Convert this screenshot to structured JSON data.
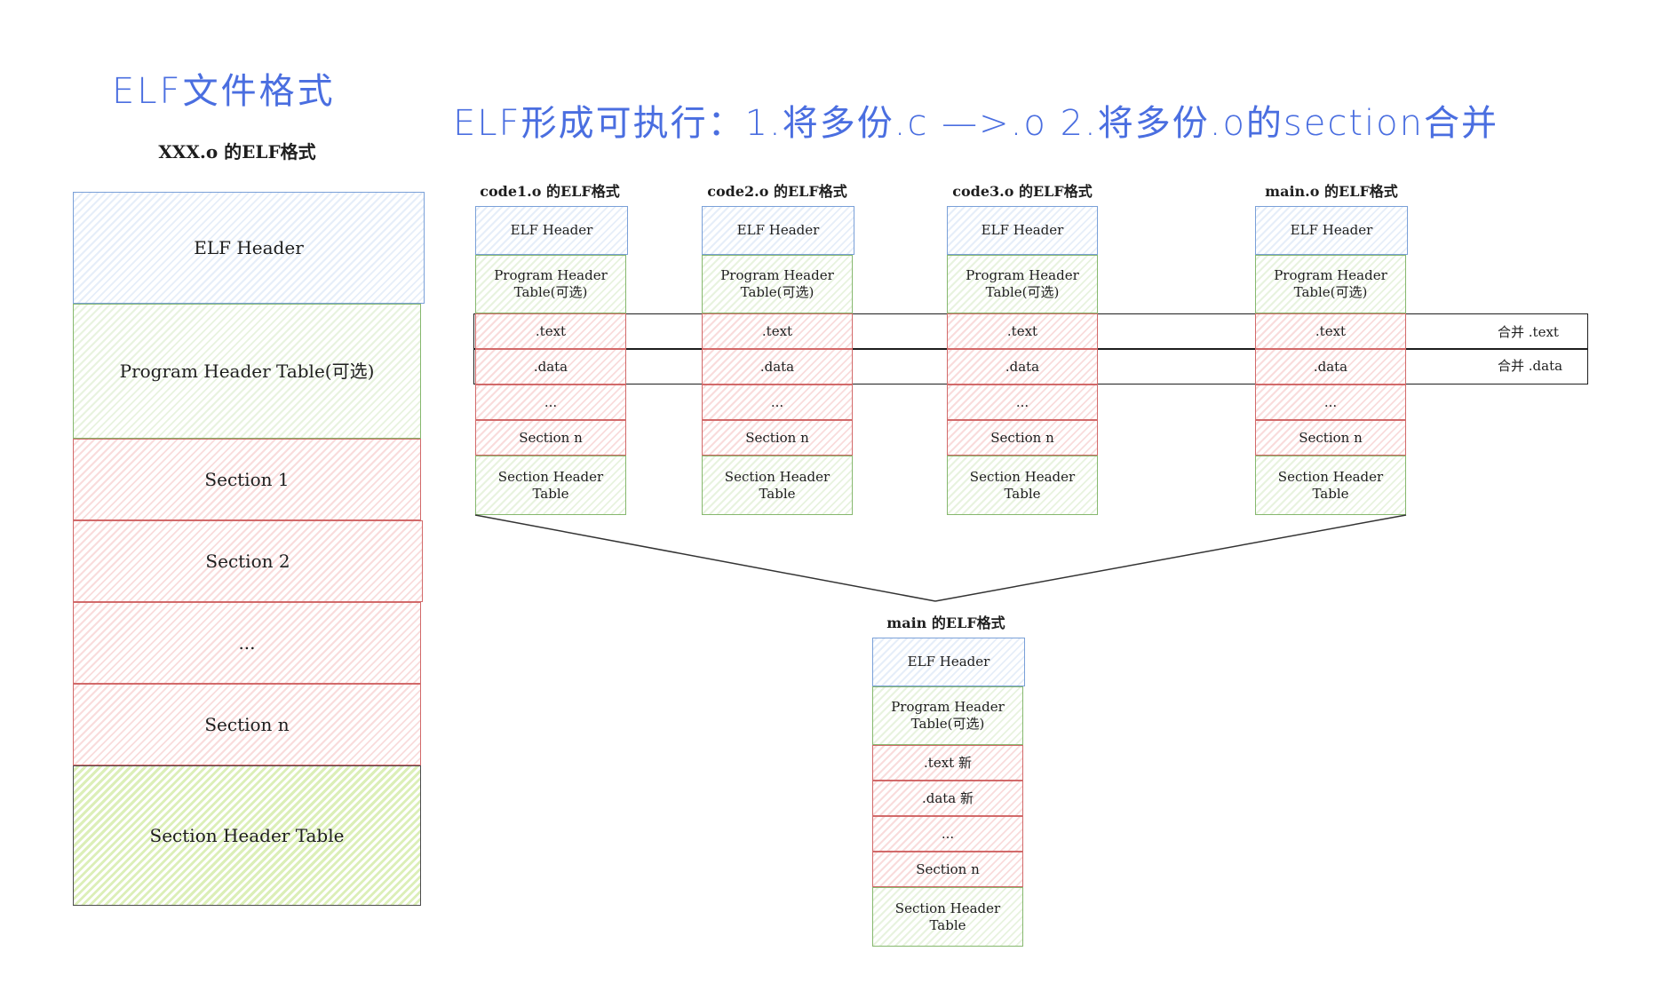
{
  "title_left": "ELF文件格式",
  "title_right": "ELF形成可执行：1.将多份.c —>.o  2.将多份.o的section合并",
  "left": {
    "caption": "XXX.o 的ELF格式",
    "blocks": [
      "ELF Header",
      "Program Header Table(可选)",
      "Section 1",
      "Section 2",
      "...",
      "Section n",
      "Section Header Table"
    ]
  },
  "objects": [
    {
      "caption": "code1.o 的ELF格式",
      "blocks": [
        "ELF Header",
        "Program Header Table(可选)",
        ".text",
        ".data",
        "...",
        "Section n",
        "Section Header Table"
      ]
    },
    {
      "caption": "code2.o 的ELF格式",
      "blocks": [
        "ELF Header",
        "Program Header Table(可选)",
        ".text",
        ".data",
        "...",
        "Section n",
        "Section Header Table"
      ]
    },
    {
      "caption": "code3.o 的ELF格式",
      "blocks": [
        "ELF Header",
        "Program Header Table(可选)",
        ".text",
        ".data",
        "...",
        "Section n",
        "Section Header Table"
      ]
    },
    {
      "caption": "main.o 的ELF格式",
      "blocks": [
        "ELF Header",
        "Program Header Table(可选)",
        ".text",
        ".data",
        "...",
        "Section n",
        "Section Header Table"
      ]
    }
  ],
  "merge": {
    "text": "合并 .text",
    "data": "合并 .data"
  },
  "result": {
    "caption": "main 的ELF格式",
    "blocks": [
      "ELF Header",
      "Program Header Table(可选)",
      ".text 新",
      ".data 新",
      "...",
      "Section n",
      "Section Header Table"
    ]
  },
  "colors": {
    "header": "#7aa0d8",
    "program_header": "#86b86e",
    "section": "#d26a6a",
    "section_header_table": "#a8d36a",
    "title": "#4a6ee0"
  }
}
